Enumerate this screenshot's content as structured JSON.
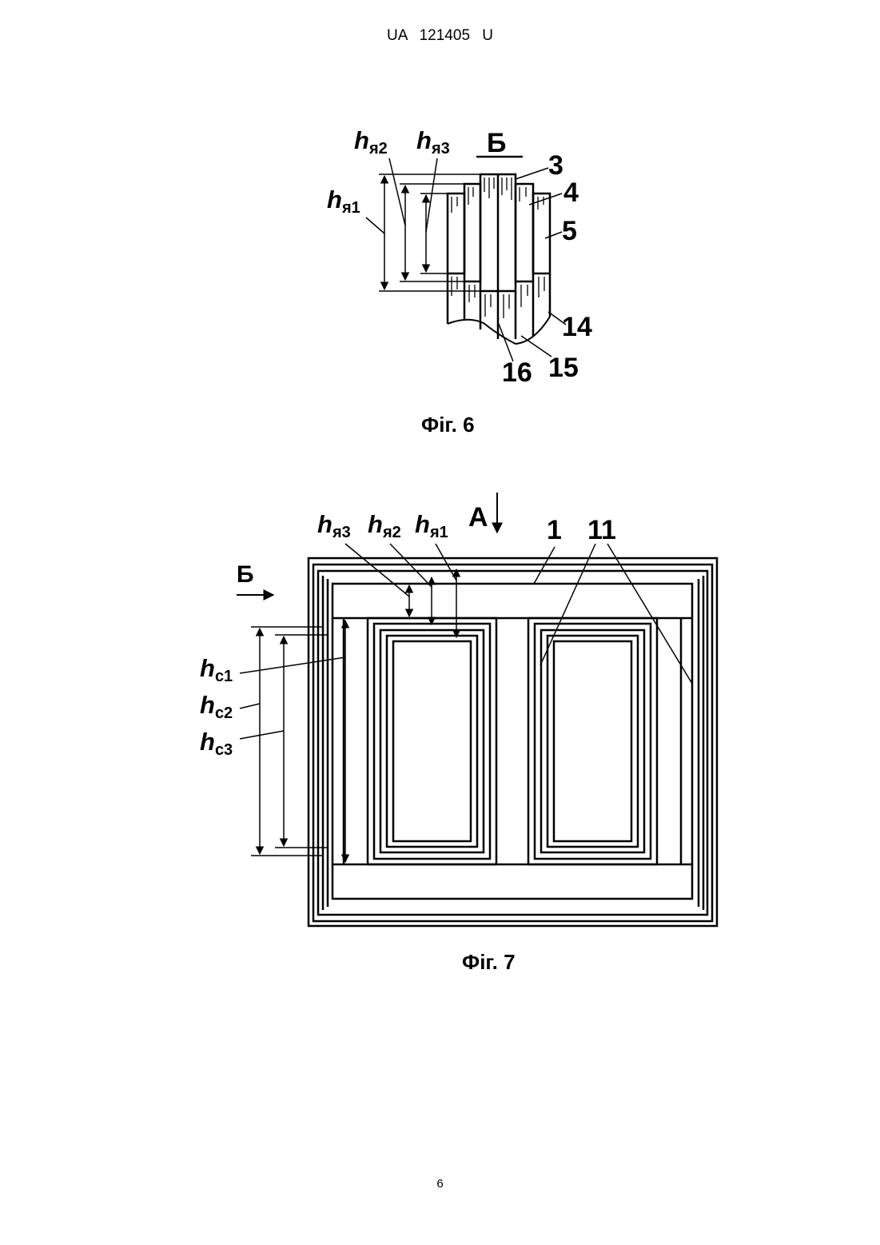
{
  "header": "UA   121405   U",
  "page_number": "6",
  "fig6": {
    "caption": "Фіг. 6",
    "section_label": "Б",
    "dims": [
      {
        "h": "h",
        "sub": "я1"
      },
      {
        "h": "h",
        "sub": "я2"
      },
      {
        "h": "h",
        "sub": "я3"
      }
    ],
    "refs": [
      "3",
      "4",
      "5",
      "14",
      "15",
      "16"
    ]
  },
  "fig7": {
    "caption": "Фіг. 7",
    "view_a": "А",
    "view_b": "Б",
    "top_dims": [
      {
        "h": "h",
        "sub": "я3"
      },
      {
        "h": "h",
        "sub": "я2"
      },
      {
        "h": "h",
        "sub": "я1"
      }
    ],
    "side_dims": [
      {
        "h": "h",
        "sub": "c1"
      },
      {
        "h": "h",
        "sub": "c2"
      },
      {
        "h": "h",
        "sub": "c3"
      }
    ],
    "refs": [
      "1",
      "11"
    ]
  }
}
